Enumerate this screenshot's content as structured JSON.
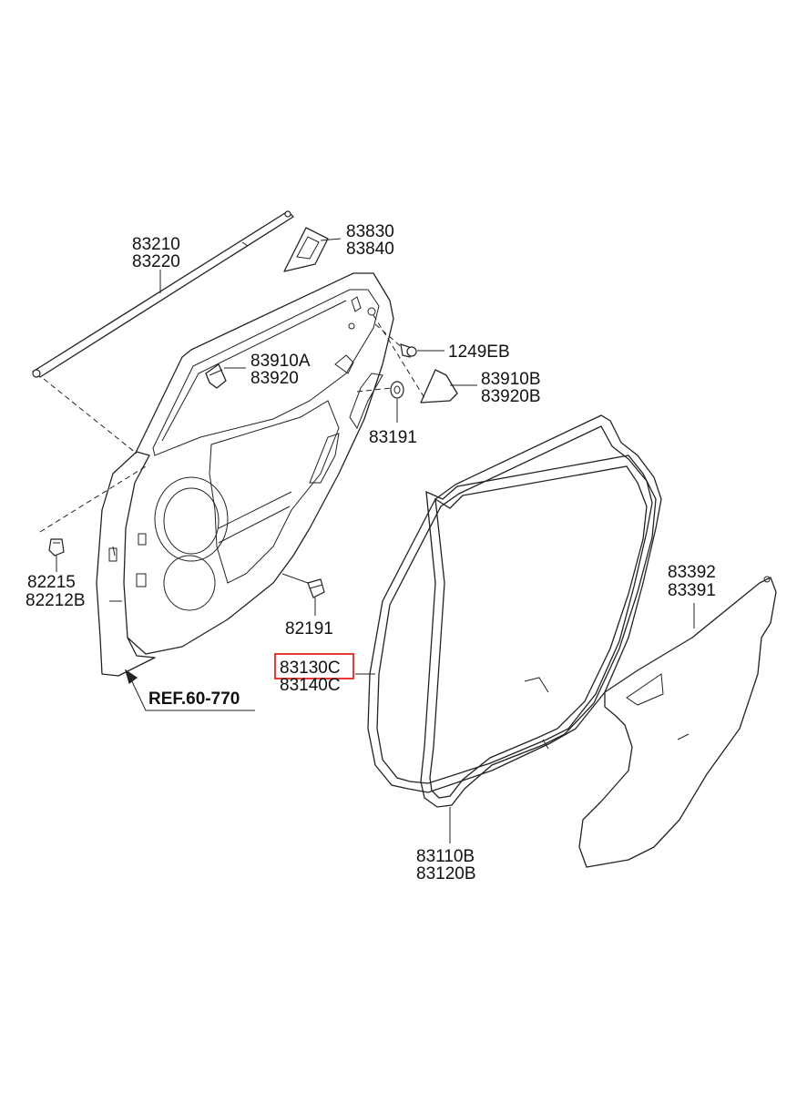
{
  "labels": {
    "l83210": "83210",
    "l83220": "83220",
    "l83830": "83830",
    "l83840": "83840",
    "l1249EB": "1249EB",
    "l83910A": "83910A",
    "l83920": "83920",
    "l83910B": "83910B",
    "l83920B": "83920B",
    "l83191": "83191",
    "l82215": "82215",
    "l82212B": "82212B",
    "l82191": "82191",
    "l83130C": "83130C",
    "l83140C": "83140C",
    "l83392": "83392",
    "l83391": "83391",
    "l83110B": "83110B",
    "l83120B": "83120B",
    "ref": "REF.60-770"
  },
  "colors": {
    "highlight": "#e8231f",
    "line": "#222222",
    "background": "#ffffff"
  },
  "highlighted_part": "83130C"
}
